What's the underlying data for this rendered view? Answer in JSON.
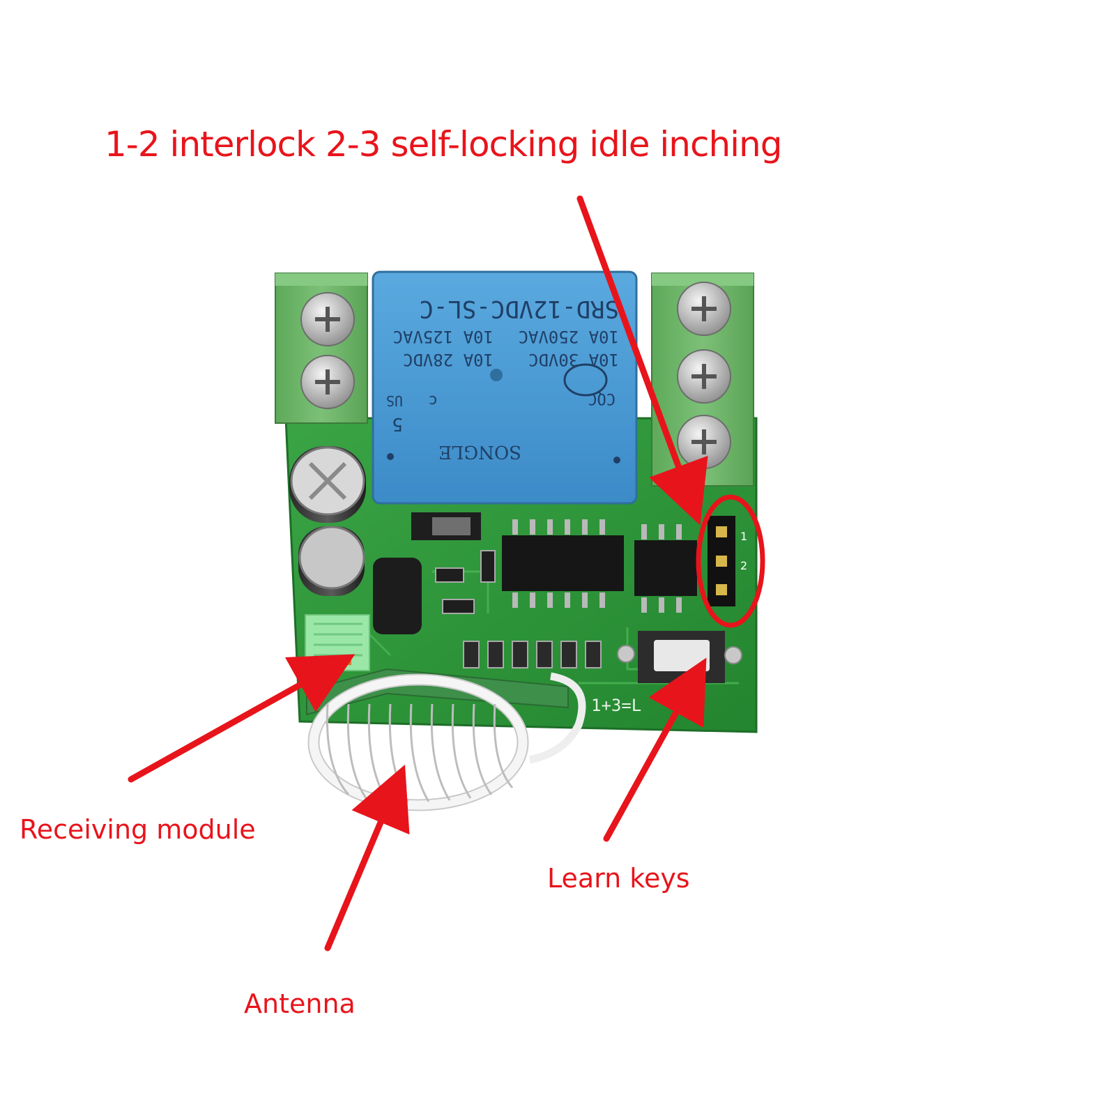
{
  "title": "1-2 interlock 2-3 self-locking idle inching",
  "labels": {
    "receiving_module": "Receiving module",
    "learn_keys": "Learn keys",
    "antenna": "Antenna"
  },
  "relay": {
    "model": "SRD-12VDC-SL-C",
    "rating_1": "10A 250VAC",
    "rating_2": "10A 30VDC",
    "rating_3": "10A 125VAC",
    "rating_4": "10A 28VDC",
    "brand": "SONGLE",
    "mark_cqc": "CQC",
    "mark_us": "US",
    "mark_c": "c",
    "digit": "5"
  },
  "header_pins": [
    "1",
    "2"
  ],
  "silkscreen": "1+3=L",
  "colors": {
    "annotation_red": "#e8141b",
    "pcb_green": "#2f9a3c",
    "terminal_green": "#6fb86a",
    "relay_blue": "#4a9bd4"
  }
}
